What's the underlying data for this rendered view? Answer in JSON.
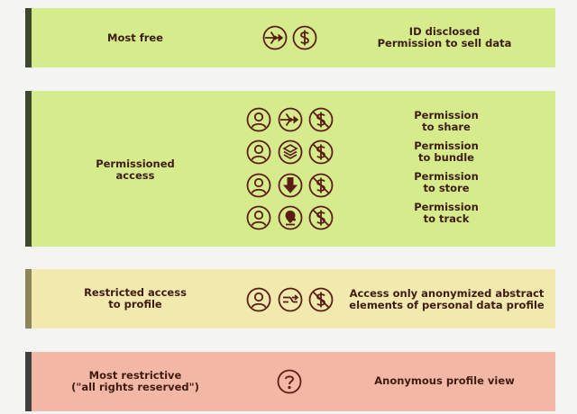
{
  "colors": {
    "green_panel": "#d6ec8c",
    "green_bar": "#3f472f",
    "yellow_panel": "#f1e9ad",
    "yellow_bar": "#8c8557",
    "red_panel": "#f3b7a6",
    "red_bar": "#404040",
    "icon_stroke": "#5a1d12",
    "page_background": "#f4f4f2"
  },
  "tiers": [
    {
      "label": "Most free",
      "icons": [
        "share-icon",
        "dollar-icon"
      ],
      "description_lines": [
        "ID disclosed",
        "Permission to sell data"
      ]
    },
    {
      "label_lines": [
        "Permissioned",
        "access"
      ],
      "rows": [
        {
          "icons": [
            "person-icon",
            "share-icon",
            "no-dollar-icon"
          ],
          "description_lines": [
            "Permission",
            "to share"
          ]
        },
        {
          "icons": [
            "person-icon",
            "bundle-icon",
            "no-dollar-icon"
          ],
          "description_lines": [
            "Permission",
            "to bundle"
          ]
        },
        {
          "icons": [
            "person-icon",
            "store-icon",
            "no-dollar-icon"
          ],
          "description_lines": [
            "Permission",
            "to store"
          ]
        },
        {
          "icons": [
            "person-icon",
            "track-icon",
            "no-dollar-icon"
          ],
          "description_lines": [
            "Permission",
            "to track"
          ]
        }
      ]
    },
    {
      "label_lines": [
        "Restricted access",
        "to profile"
      ],
      "icons": [
        "person-icon",
        "anonymize-icon",
        "no-dollar-icon"
      ],
      "description_lines": [
        "Access only anonymized abstract",
        "elements of personal data profile"
      ]
    },
    {
      "label_lines": [
        "Most restrictive",
        "(\"all rights reserved\")"
      ],
      "icons": [
        "question-icon"
      ],
      "description_lines": [
        "Anonymous profile view"
      ]
    }
  ]
}
